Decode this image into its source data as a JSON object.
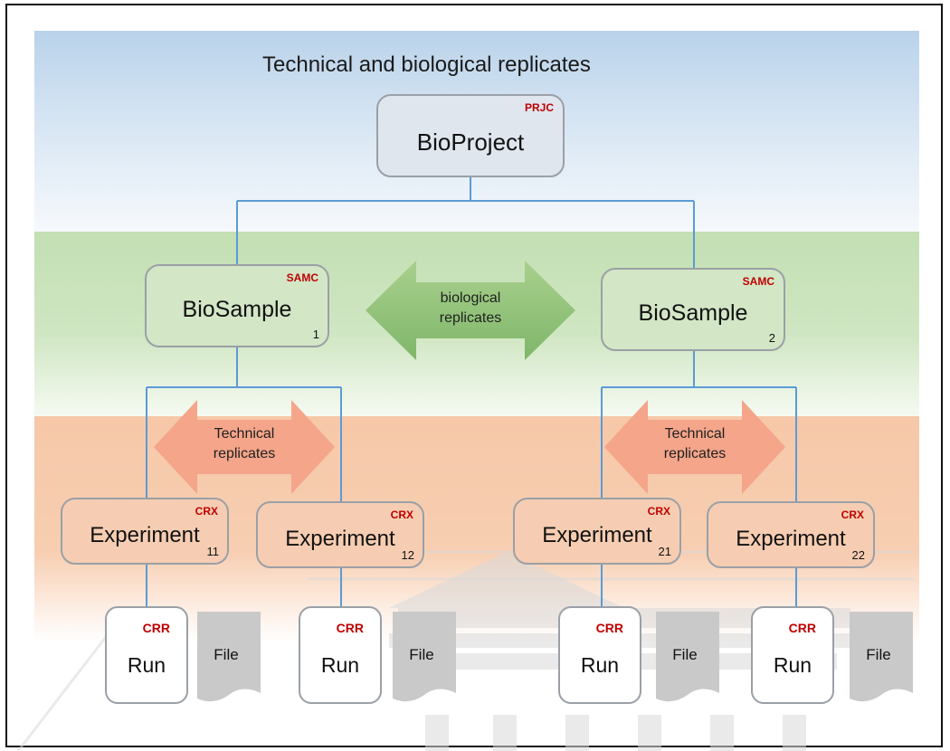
{
  "title": "Technical  and biological replicates",
  "bioproject": {
    "label": "BioProject",
    "tag": "PRJC"
  },
  "biosamples": [
    {
      "label": "BioSample",
      "tag": "SAMC",
      "num": "1"
    },
    {
      "label": "BioSample",
      "tag": "SAMC",
      "num": "2"
    }
  ],
  "bio_arrow": {
    "line1": "biological",
    "line2": "replicates"
  },
  "tech_arrows": [
    {
      "line1": "Technical",
      "line2": "replicates"
    },
    {
      "line1": "Technical",
      "line2": "replicates"
    }
  ],
  "experiments": [
    {
      "label": "Experiment",
      "tag": "CRX",
      "num": "11"
    },
    {
      "label": "Experiment",
      "tag": "CRX",
      "num": "12"
    },
    {
      "label": "Experiment",
      "tag": "CRX",
      "num": "21"
    },
    {
      "label": "Experiment",
      "tag": "CRX",
      "num": "22"
    }
  ],
  "runs": [
    {
      "label": "Run",
      "tag": "CRR"
    },
    {
      "label": "Run",
      "tag": "CRR"
    },
    {
      "label": "Run",
      "tag": "CRR"
    },
    {
      "label": "Run",
      "tag": "CRR"
    }
  ],
  "files": [
    "File",
    "File",
    "File",
    "File"
  ],
  "colors": {
    "blue_band": "#b9d2ea",
    "green_band": "#c3dfb3",
    "orange_band": "#f6c8a8",
    "connector": "#5b9bd5",
    "tag": "#c00000"
  }
}
